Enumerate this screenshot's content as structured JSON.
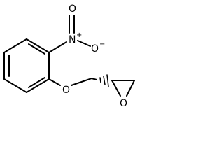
{
  "molecule": {
    "atoms": {
      "nitro_nitrogen": "N",
      "nitro_nitrogen_charge": "+",
      "nitro_oxygen_top": "O",
      "nitro_oxygen_right": "O",
      "nitro_oxygen_right_charge": "−",
      "ether_oxygen": "O",
      "epoxide_oxygen": "O"
    }
  },
  "colors": {
    "bond": "#000000",
    "background": "#ffffff"
  }
}
